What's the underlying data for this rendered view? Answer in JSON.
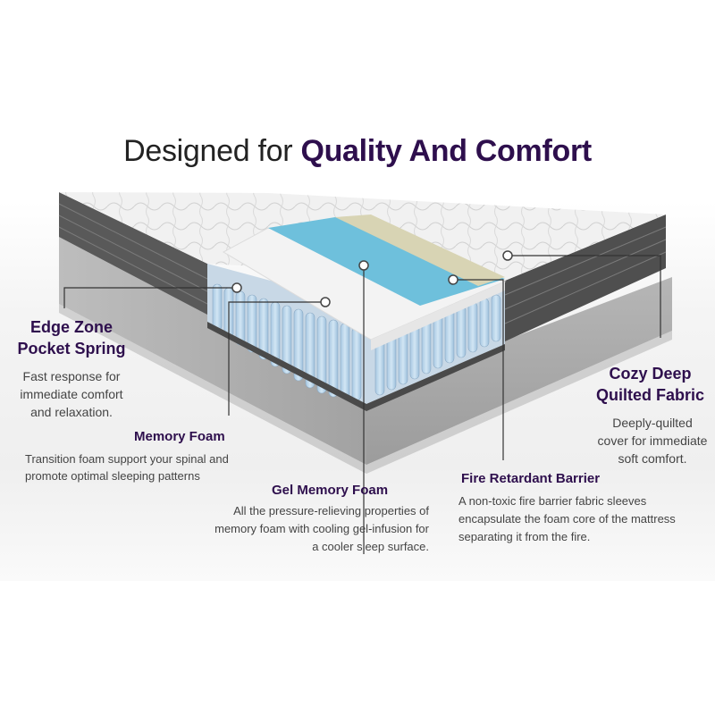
{
  "headline": {
    "light": "Designed for",
    "bold": "Quality And Comfort"
  },
  "colors": {
    "brand_purple": "#2e0f4d",
    "body_text": "#444444",
    "gel_blue": "#6ec0dc",
    "fire_barrier_tan": "#d8d4b4",
    "spring_blue": "#b7d4ea",
    "side_fabric_dark": "#585858",
    "base_gray": "#a9a9a9"
  },
  "features": [
    {
      "id": "edge-zone-pocket-spring",
      "title": "Edge Zone\nPocket Spring",
      "description": "Fast response for\nimmediate comfort\nand relaxation."
    },
    {
      "id": "memory-foam",
      "title": "Memory Foam",
      "description": "Transition foam support your spinal and\npromote optimal sleeping patterns"
    },
    {
      "id": "gel-memory-foam",
      "title": "Gel Memory Foam",
      "description": "All the pressure-relieving properties of\nmemory foam with cooling gel-infusion for\na cooler sleep surface."
    },
    {
      "id": "fire-retardant-barrier",
      "title": "Fire Retardant Barrier",
      "description": "A non-toxic fire barrier fabric sleeves\nencapsulate the foam core of the mattress\nseparating it from the fire."
    },
    {
      "id": "cozy-deep-quilted-fabric",
      "title": "Cozy Deep\nQuilted Fabric",
      "description": "Deeply-quilted\ncover for immediate\nsoft comfort."
    }
  ]
}
